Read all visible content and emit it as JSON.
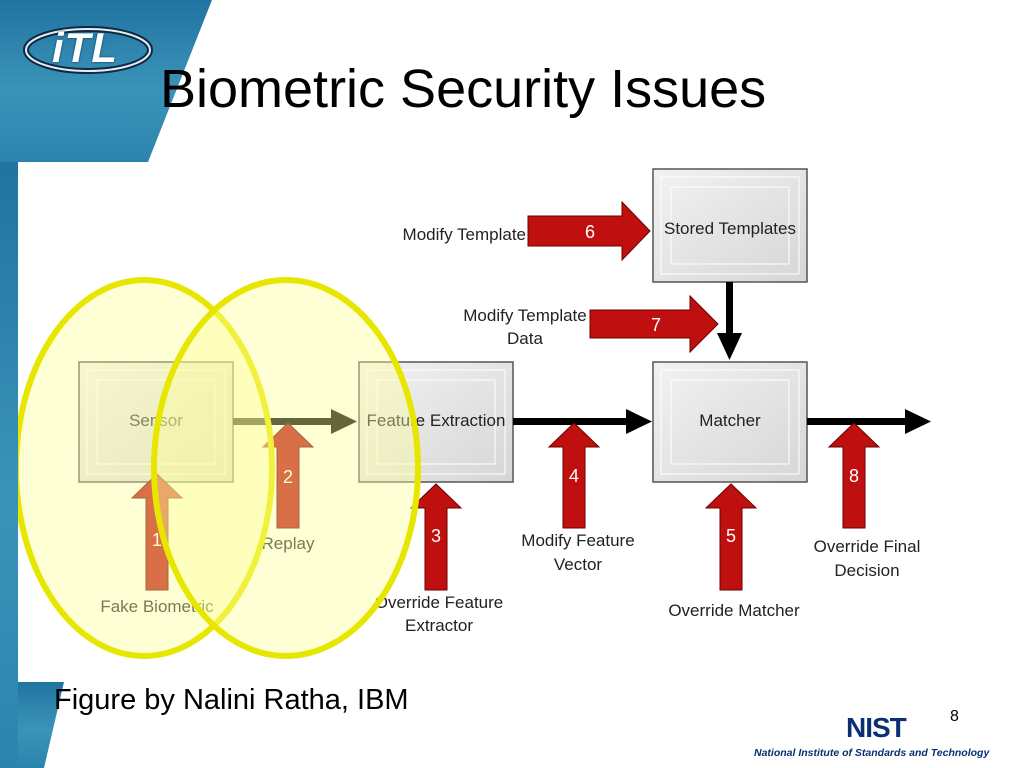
{
  "slide": {
    "title": "Biometric Security Issues",
    "logo_text": "iTL",
    "credit": "Figure by Nalini Ratha, IBM",
    "page_number": "8",
    "nist_logo": "NIST",
    "nist_tagline": "National Institute of Standards and Technology"
  },
  "diagram": {
    "boxes": {
      "sensor": "Sensor",
      "feature_extraction": "Feature Extraction",
      "matcher": "Matcher",
      "stored_templates": "Stored Templates"
    },
    "attacks": [
      {
        "number": "1",
        "label": "Fake Biometric"
      },
      {
        "number": "2",
        "label": "Replay"
      },
      {
        "number": "3",
        "label": "Override Feature Extractor"
      },
      {
        "number": "4",
        "label": "Modify Feature Vector"
      },
      {
        "number": "5",
        "label": "Override Matcher"
      },
      {
        "number": "6",
        "label": "Modify Template"
      },
      {
        "number": "7",
        "label": "Modify Template Data"
      },
      {
        "number": "8",
        "label": "Override Final Decision"
      }
    ],
    "colors": {
      "attack_arrow": "#c00f0f",
      "flow_arrow": "#000000",
      "highlight_ellipse": "#e6e600",
      "highlight_fill": "#ffff99",
      "box_fill": "#e4e4e4",
      "box_border": "#555555"
    }
  }
}
